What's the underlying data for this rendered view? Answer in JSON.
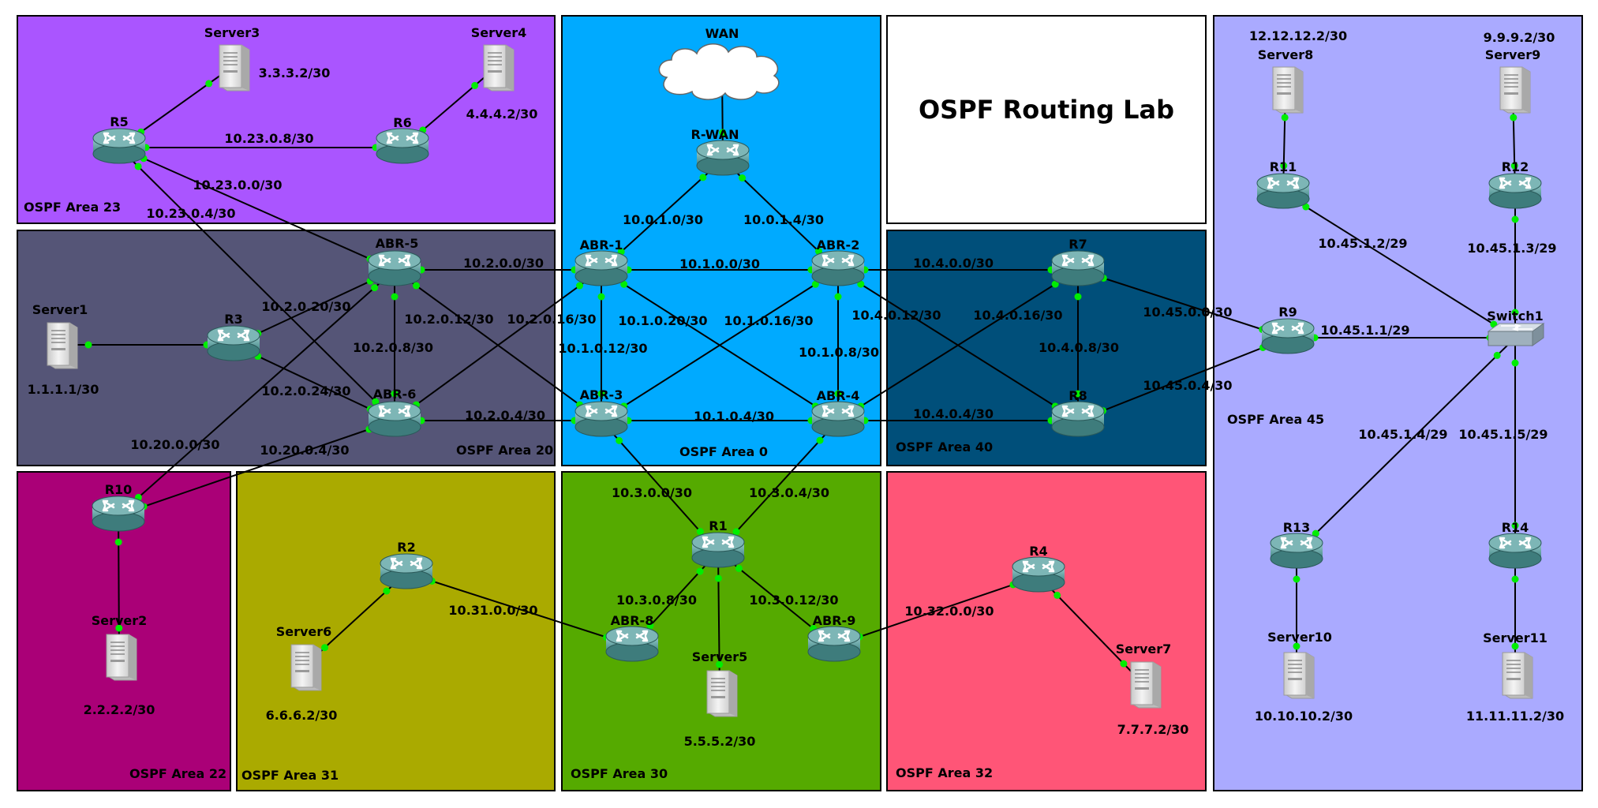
{
  "title": "OSPF Routing Lab",
  "colors": {
    "area23": "#aa55ff",
    "area20": "#555577",
    "area0": "#00aaff",
    "area40": "#004f7a",
    "area45": "#aaaaff",
    "area22": "#aa0077",
    "area31": "#aaaa00",
    "area30": "#55aa00",
    "area32": "#ff5577",
    "title_box": "#ffffff",
    "link_dot": "#00ee00"
  },
  "areas": [
    {
      "id": "area23",
      "label": "OSPF Area 23"
    },
    {
      "id": "area20",
      "label": "OSPF Area 20"
    },
    {
      "id": "area0",
      "label": "OSPF Area 0"
    },
    {
      "id": "area40",
      "label": "OSPF Area 40"
    },
    {
      "id": "area45",
      "label": "OSPF Area 45"
    },
    {
      "id": "area22",
      "label": "OSPF Area 22"
    },
    {
      "id": "area31",
      "label": "OSPF Area 31"
    },
    {
      "id": "area30",
      "label": "OSPF Area 30"
    },
    {
      "id": "area32",
      "label": "OSPF Area 32"
    }
  ],
  "nodes": [
    {
      "id": "WAN",
      "label": "WAN",
      "type": "cloud-icon"
    },
    {
      "id": "R-WAN",
      "label": "R-WAN",
      "type": "router-icon"
    },
    {
      "id": "ABR-1",
      "label": "ABR-1",
      "type": "router-icon"
    },
    {
      "id": "ABR-2",
      "label": "ABR-2",
      "type": "router-icon"
    },
    {
      "id": "ABR-3",
      "label": "ABR-3",
      "type": "router-icon"
    },
    {
      "id": "ABR-4",
      "label": "ABR-4",
      "type": "router-icon"
    },
    {
      "id": "ABR-5",
      "label": "ABR-5",
      "type": "router-icon"
    },
    {
      "id": "ABR-6",
      "label": "ABR-6",
      "type": "router-icon"
    },
    {
      "id": "ABR-8",
      "label": "ABR-8",
      "type": "router-icon"
    },
    {
      "id": "ABR-9",
      "label": "ABR-9",
      "type": "router-icon"
    },
    {
      "id": "R1",
      "label": "R1",
      "type": "router-icon"
    },
    {
      "id": "R2",
      "label": "R2",
      "type": "router-icon"
    },
    {
      "id": "R3",
      "label": "R3",
      "type": "router-icon"
    },
    {
      "id": "R4",
      "label": "R4",
      "type": "router-icon"
    },
    {
      "id": "R5",
      "label": "R5",
      "type": "router-icon"
    },
    {
      "id": "R6",
      "label": "R6",
      "type": "router-icon"
    },
    {
      "id": "R7",
      "label": "R7",
      "type": "router-icon"
    },
    {
      "id": "R8",
      "label": "R8",
      "type": "router-icon"
    },
    {
      "id": "R9",
      "label": "R9",
      "type": "router-icon"
    },
    {
      "id": "R10",
      "label": "R10",
      "type": "router-icon"
    },
    {
      "id": "R11",
      "label": "R11",
      "type": "router-icon"
    },
    {
      "id": "R12",
      "label": "R12",
      "type": "router-icon"
    },
    {
      "id": "R13",
      "label": "R13",
      "type": "router-icon"
    },
    {
      "id": "R14",
      "label": "R14",
      "type": "router-icon"
    },
    {
      "id": "Switch1",
      "label": "Switch1",
      "type": "switch-icon"
    },
    {
      "id": "Server1",
      "label": "Server1",
      "type": "server-icon"
    },
    {
      "id": "Server2",
      "label": "Server2",
      "type": "server-icon"
    },
    {
      "id": "Server3",
      "label": "Server3",
      "type": "server-icon"
    },
    {
      "id": "Server4",
      "label": "Server4",
      "type": "server-icon"
    },
    {
      "id": "Server5",
      "label": "Server5",
      "type": "server-icon"
    },
    {
      "id": "Server6",
      "label": "Server6",
      "type": "server-icon"
    },
    {
      "id": "Server7",
      "label": "Server7",
      "type": "server-icon"
    },
    {
      "id": "Server8",
      "label": "Server8",
      "type": "server-icon"
    },
    {
      "id": "Server9",
      "label": "Server9",
      "type": "server-icon"
    },
    {
      "id": "Server10",
      "label": "Server10",
      "type": "server-icon"
    },
    {
      "id": "Server11",
      "label": "Server11",
      "type": "server-icon"
    }
  ],
  "addresses": [
    {
      "node": "Server1",
      "text": "1.1.1.1/30"
    },
    {
      "node": "Server2",
      "text": "2.2.2.2/30"
    },
    {
      "node": "Server3",
      "text": "3.3.3.2/30"
    },
    {
      "node": "Server4",
      "text": "4.4.4.2/30"
    },
    {
      "node": "Server5",
      "text": "5.5.5.2/30"
    },
    {
      "node": "Server6",
      "text": "6.6.6.2/30"
    },
    {
      "node": "Server7",
      "text": "7.7.7.2/30"
    },
    {
      "node": "Server8",
      "text": "12.12.12.2/30"
    },
    {
      "node": "Server9",
      "text": "9.9.9.2/30"
    },
    {
      "node": "Server10",
      "text": "10.10.10.2/30"
    },
    {
      "node": "Server11",
      "text": "11.11.11.2/30"
    }
  ],
  "links": [
    {
      "from": "WAN",
      "to": "R-WAN",
      "label": ""
    },
    {
      "from": "R-WAN",
      "to": "ABR-1",
      "label": "10.0.1.0/30"
    },
    {
      "from": "R-WAN",
      "to": "ABR-2",
      "label": "10.0.1.4/30"
    },
    {
      "from": "ABR-1",
      "to": "ABR-2",
      "label": "10.1.0.0/30"
    },
    {
      "from": "ABR-1",
      "to": "ABR-3",
      "label": "10.1.0.12/30"
    },
    {
      "from": "ABR-1",
      "to": "ABR-4",
      "label": "10.1.0.20/30"
    },
    {
      "from": "ABR-2",
      "to": "ABR-3",
      "label": "10.1.0.16/30"
    },
    {
      "from": "ABR-2",
      "to": "ABR-4",
      "label": "10.1.0.8/30"
    },
    {
      "from": "ABR-3",
      "to": "ABR-4",
      "label": "10.1.0.4/30"
    },
    {
      "from": "ABR-5",
      "to": "ABR-1",
      "label": "10.2.0.0/30"
    },
    {
      "from": "ABR-6",
      "to": "ABR-3",
      "label": "10.2.0.4/30"
    },
    {
      "from": "ABR-5",
      "to": "ABR-6",
      "label": "10.2.0.8/30"
    },
    {
      "from": "ABR-5",
      "to": "ABR-3",
      "label": "10.2.0.12/30"
    },
    {
      "from": "ABR-6",
      "to": "ABR-1",
      "label": "10.2.0.16/30"
    },
    {
      "from": "R3",
      "to": "ABR-5",
      "label": "10.2.0.20/30"
    },
    {
      "from": "R3",
      "to": "ABR-6",
      "label": "10.2.0.24/30"
    },
    {
      "from": "Server1",
      "to": "R3",
      "label": ""
    },
    {
      "from": "R5",
      "to": "R6",
      "label": "10.23.0.8/30"
    },
    {
      "from": "R5",
      "to": "ABR-5",
      "label": "10.23.0.0/30"
    },
    {
      "from": "R5",
      "to": "ABR-6",
      "label": "10.23.0.4/30"
    },
    {
      "from": "R5",
      "to": "Server3",
      "label": ""
    },
    {
      "from": "R6",
      "to": "Server4",
      "label": ""
    },
    {
      "from": "R10",
      "to": "ABR-5",
      "label": "10.20.0.0/30"
    },
    {
      "from": "R10",
      "to": "ABR-6",
      "label": "10.20.0.4/30"
    },
    {
      "from": "R10",
      "to": "Server2",
      "label": ""
    },
    {
      "from": "ABR-2",
      "to": "R7",
      "label": "10.4.0.0/30"
    },
    {
      "from": "ABR-4",
      "to": "R8",
      "label": "10.4.0.4/30"
    },
    {
      "from": "R7",
      "to": "R8",
      "label": "10.4.0.8/30"
    },
    {
      "from": "ABR-2",
      "to": "R8",
      "label": "10.4.0.12/30"
    },
    {
      "from": "ABR-4",
      "to": "R7",
      "label": "10.4.0.16/30"
    },
    {
      "from": "R7",
      "to": "R9",
      "label": "10.45.0.0/30"
    },
    {
      "from": "R8",
      "to": "R9",
      "label": "10.45.0.4/30"
    },
    {
      "from": "R9",
      "to": "Switch1",
      "label": "10.45.1.1/29"
    },
    {
      "from": "R11",
      "to": "Switch1",
      "label": "10.45.1.2/29"
    },
    {
      "from": "R12",
      "to": "Switch1",
      "label": "10.45.1.3/29"
    },
    {
      "from": "R13",
      "to": "Switch1",
      "label": "10.45.1.4/29"
    },
    {
      "from": "R14",
      "to": "Switch1",
      "label": "10.45.1.5/29"
    },
    {
      "from": "Server8",
      "to": "R11",
      "label": ""
    },
    {
      "from": "Server9",
      "to": "R12",
      "label": ""
    },
    {
      "from": "R13",
      "to": "Server10",
      "label": ""
    },
    {
      "from": "R14",
      "to": "Server11",
      "label": ""
    },
    {
      "from": "ABR-3",
      "to": "R1",
      "label": "10.3.0.0/30"
    },
    {
      "from": "ABR-4",
      "to": "R1",
      "label": "10.3.0.4/30"
    },
    {
      "from": "R1",
      "to": "ABR-8",
      "label": "10.3.0.8/30"
    },
    {
      "from": "R1",
      "to": "ABR-9",
      "label": "10.3.0.12/30"
    },
    {
      "from": "R1",
      "to": "Server5",
      "label": ""
    },
    {
      "from": "R2",
      "to": "ABR-8",
      "label": "10.31.0.0/30"
    },
    {
      "from": "R2",
      "to": "Server6",
      "label": ""
    },
    {
      "from": "ABR-9",
      "to": "R4",
      "label": "10.32.0.0/30"
    },
    {
      "from": "R4",
      "to": "Server7",
      "label": ""
    }
  ]
}
